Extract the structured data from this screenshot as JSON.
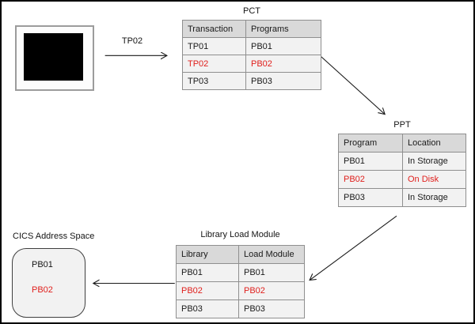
{
  "flow": {
    "label": "TP02"
  },
  "tables": {
    "pct": {
      "title": "PCT",
      "headers": [
        "Transaction",
        "Programs"
      ],
      "rows": [
        {
          "cells": [
            "TP01",
            "PB01"
          ],
          "highlight": false
        },
        {
          "cells": [
            "TP02",
            "PB02"
          ],
          "highlight": true
        },
        {
          "cells": [
            "TP03",
            "PB03"
          ],
          "highlight": false
        }
      ]
    },
    "ppt": {
      "title": "PPT",
      "headers": [
        "Program",
        "Location"
      ],
      "rows": [
        {
          "cells": [
            "PB01",
            "In Storage"
          ],
          "highlight": false
        },
        {
          "cells": [
            "PB02",
            "On Disk"
          ],
          "highlight": true
        },
        {
          "cells": [
            "PB03",
            "In Storage"
          ],
          "highlight": false
        }
      ]
    },
    "library": {
      "title": "Library Load Module",
      "headers": [
        "Library",
        "Load Module"
      ],
      "rows": [
        {
          "cells": [
            "PB01",
            "PB01"
          ],
          "highlight": false
        },
        {
          "cells": [
            "PB02",
            "PB02"
          ],
          "highlight": true
        },
        {
          "cells": [
            "PB03",
            "PB03"
          ],
          "highlight": false
        }
      ]
    }
  },
  "cics": {
    "title": "CICS Address Space",
    "items": [
      {
        "label": "PB01",
        "highlight": false
      },
      {
        "label": "PB02",
        "highlight": true
      }
    ]
  },
  "arrows": [
    {
      "from": "terminal",
      "to": "pct-table",
      "label": "TP02"
    },
    {
      "from": "pct-table",
      "to": "ppt-table",
      "label": ""
    },
    {
      "from": "ppt-table",
      "to": "library-table",
      "label": ""
    },
    {
      "from": "library-table",
      "to": "cics-address-space",
      "label": ""
    }
  ],
  "colors": {
    "highlight_text": "#e0201d",
    "header_bg": "#d9d9d9",
    "cell_bg": "#f2f2f2",
    "table_border": "#8f8f8f",
    "canvas_border": "#000000"
  }
}
